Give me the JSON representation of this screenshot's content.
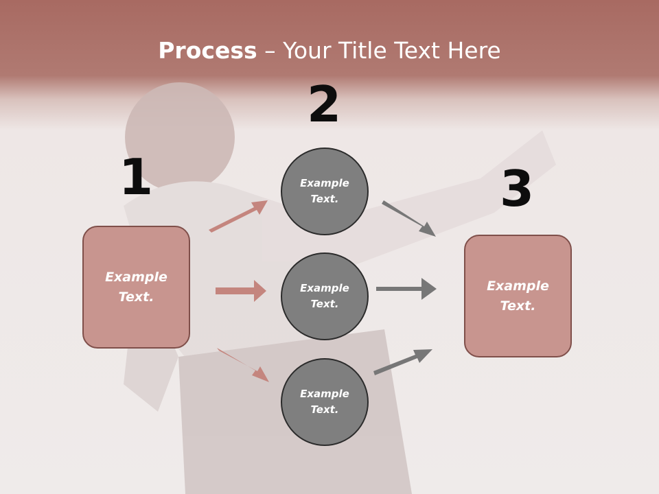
{
  "title": {
    "bold": "Process",
    "rest": " – Your Title Text Here"
  },
  "steps": [
    {
      "number": "1",
      "box_text": "Example Text."
    },
    {
      "number": "2"
    },
    {
      "number": "3",
      "box_text": "Example Text."
    }
  ],
  "circles": [
    {
      "text": "Example Text."
    },
    {
      "text": "Example Text."
    },
    {
      "text": "Example Text."
    }
  ],
  "colors": {
    "header_band": "#a86a62",
    "box_fill": "#c8958f",
    "box_border": "#7f4f4a",
    "circle_fill": "#7f7f7f",
    "circle_border": "#2b2b2b",
    "arrow_left": "#c4857e",
    "arrow_right": "#777777"
  }
}
